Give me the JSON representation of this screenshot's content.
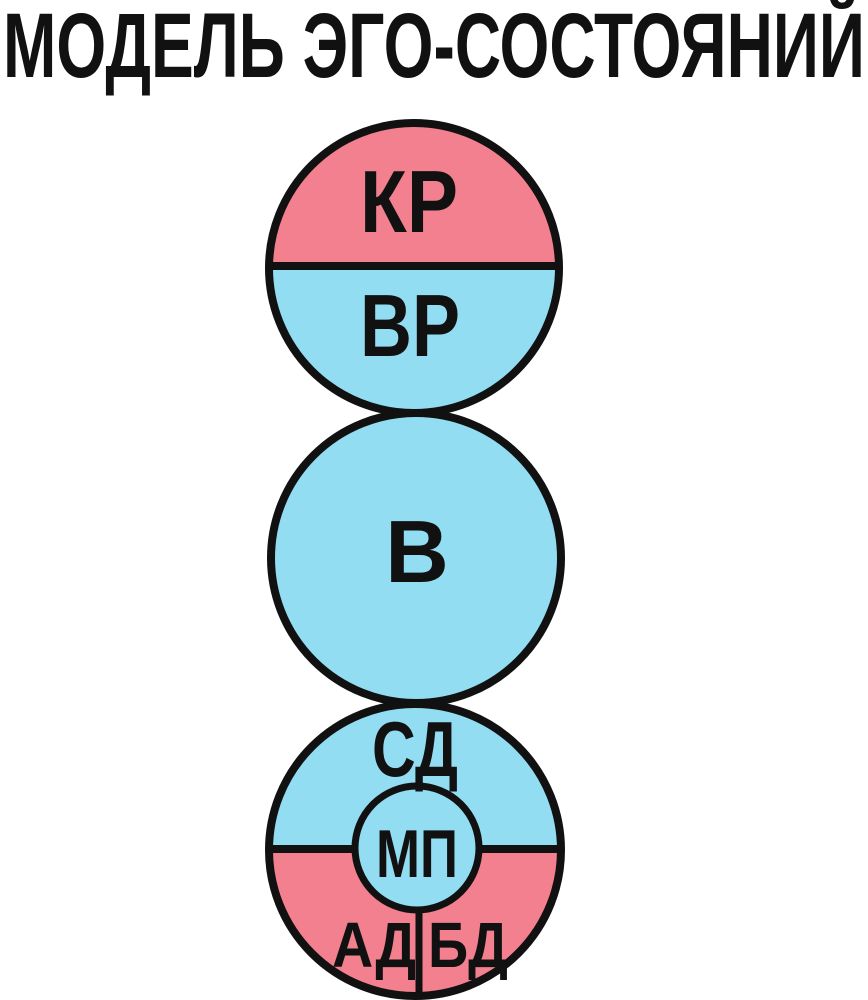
{
  "title": "МОДЕЛЬ ЭГО-СОСТОЯНИЙ",
  "colors": {
    "pink": "#f2808f",
    "blue": "#92ddf2",
    "outline": "#111111"
  },
  "diagram": {
    "parent_circle": {
      "top_label": "КР",
      "bottom_label": "ВР"
    },
    "adult_circle": {
      "label": "В"
    },
    "child_circle": {
      "top_label": "СД",
      "inner_label": "МП",
      "bottom_left_label": "АД",
      "bottom_right_label": "БД"
    }
  }
}
